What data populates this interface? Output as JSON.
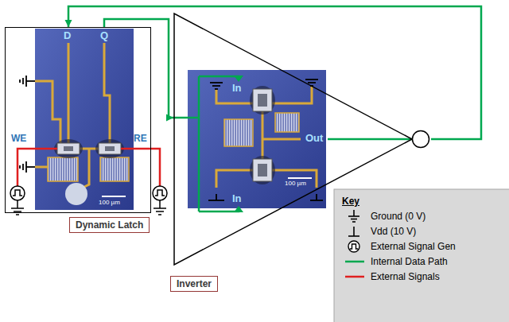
{
  "diagram": {
    "nodes": [
      {
        "text": [
          "Dynamic Latch"
        ]
      },
      {
        "text": [
          "Inverter"
        ]
      }
    ],
    "edges": [
      {
        "from": 0,
        "to": 1,
        "arrow": "to"
      },
      {
        "from": 1,
        "to": 0,
        "arrow": "to"
      }
    ],
    "labels": [
      "D",
      "Q",
      "WE",
      "RE",
      "100 µm",
      "In",
      "In",
      "Out",
      "100 µm",
      "Key"
    ],
    "legend": [
      {
        "text": "Ground (0 V)"
      },
      {
        "text": "Vdd (10 V)"
      },
      {
        "text": "External Signal Gen"
      },
      {
        "text": "Internal Data Path"
      },
      {
        "text": "External Signals"
      }
    ]
  }
}
